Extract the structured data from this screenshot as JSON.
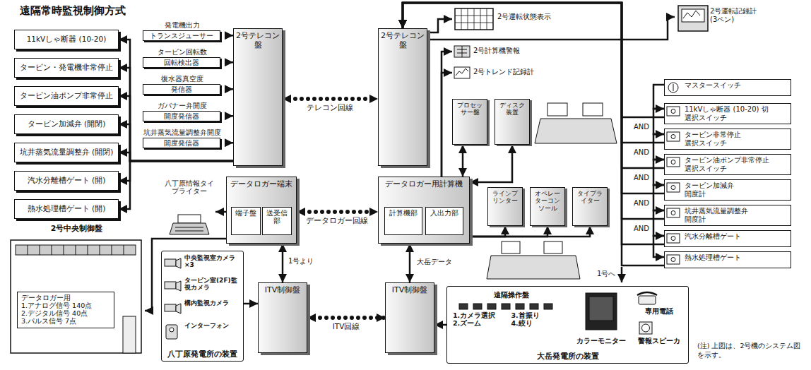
{
  "diagram": {
    "title": "遠隔常時監視制御方式",
    "nodes": [
      {
        "text": [
          "11kVしゃ断器 (10-20)"
        ]
      },
      {
        "text": [
          "タービン・発電機非常停止"
        ]
      },
      {
        "text": [
          "タービン油ポンプ非常停止"
        ]
      },
      {
        "text": [
          "タービン加減弁 (開閉)"
        ]
      },
      {
        "text": [
          "坑井蒸気流量調整弁 (開閉)"
        ]
      },
      {
        "text": [
          "汽水分離槽ゲート (開)"
        ]
      },
      {
        "text": [
          "熱水処理槽ゲート (開)"
        ]
      },
      {
        "text": [
          "発電機出力",
          "トランスジューサー"
        ]
      },
      {
        "text": [
          "タービン回転数",
          "回転検出器"
        ]
      },
      {
        "text": [
          "復水器真空度",
          "発信器"
        ]
      },
      {
        "text": [
          "ガバナー弁開度",
          "開度発信器"
        ]
      },
      {
        "text": [
          "坑井蒸気流量調整弁開度",
          "開度発信器"
        ]
      },
      {
        "text": [
          "2号テレコン盤"
        ]
      },
      {
        "text": [
          "データロガー端末"
        ]
      },
      {
        "text": [
          "端子盤"
        ],
        "in": 13
      },
      {
        "text": [
          "送受信部"
        ],
        "in": 13
      },
      {
        "text": [
          "八丁原情報タイプライター"
        ]
      },
      {
        "text": [
          "2号中央制御盤"
        ]
      },
      {
        "text": [
          "データロガー用",
          "1.アナログ信号 140点",
          "2.デジタル信号 40点",
          "3.パルス信号 7点"
        ],
        "in": 17
      },
      {
        "text": [
          "八丁原発電所の装置"
        ]
      },
      {
        "text": [
          "中央監視室カメラ",
          "×3"
        ],
        "in": 19
      },
      {
        "text": [
          "タービン室(2F)監視カメラ"
        ],
        "in": 19
      },
      {
        "text": [
          "構内監視カメラ"
        ],
        "in": 19
      },
      {
        "text": [
          "インターフォン"
        ],
        "in": 19
      },
      {
        "text": [
          "ITV制御盤"
        ]
      },
      {
        "text": [
          "2号テレコン盤"
        ]
      },
      {
        "text": [
          "2号運転状態表示"
        ]
      },
      {
        "text": [
          "2号運転記録計",
          "(3ペン)"
        ]
      },
      {
        "text": [
          "2号計算機警報"
        ]
      },
      {
        "text": [
          "2号トレンド記録計"
        ]
      },
      {
        "text": [
          "データロガー用計算機"
        ]
      },
      {
        "text": [
          "計算機部"
        ],
        "in": 30
      },
      {
        "text": [
          "入出力部"
        ],
        "in": 30
      },
      {
        "text": [
          "プロセッサー盤"
        ]
      },
      {
        "text": [
          "ディスク装置"
        ]
      },
      {
        "text": [
          "ラインプリンター"
        ]
      },
      {
        "text": [
          "オペレーターコンソール"
        ]
      },
      {
        "text": [
          "タイプライター"
        ]
      },
      {
        "text": [
          "ITV制御盤"
        ]
      },
      {
        "text": [
          "大岳発電所の装置"
        ]
      },
      {
        "text": [
          "遠隔操作盤",
          "1.カメラ選択",
          "3.首振り",
          "2.ズーム",
          "4.絞り"
        ],
        "in": 39
      },
      {
        "text": [
          "カラーモニター"
        ],
        "in": 39
      },
      {
        "text": [
          "専用電話"
        ],
        "in": 39
      },
      {
        "text": [
          "警報スピーカ"
        ],
        "in": 39
      },
      {
        "text": [
          "マスタースイッチ"
        ]
      },
      {
        "text": [
          "11kVしゃ断器 (10-20) 切",
          "選択スイッチ"
        ]
      },
      {
        "text": [
          "タービン非常停止",
          "選択スイッチ"
        ]
      },
      {
        "text": [
          "タービン油ポンプ非常停止",
          "選択スイッチ"
        ]
      },
      {
        "text": [
          "タービン加減弁",
          "開度計"
        ]
      },
      {
        "text": [
          "坑井蒸気流量調整弁",
          "開度計"
        ]
      },
      {
        "text": [
          "汽水分離槽ゲート"
        ]
      },
      {
        "text": [
          "熱水処理槽ゲート"
        ]
      }
    ],
    "edges": [
      {
        "from": 12,
        "to": 0,
        "arrow": "to"
      },
      {
        "from": 12,
        "to": 1,
        "arrow": "to"
      },
      {
        "from": 12,
        "to": 2,
        "arrow": "to"
      },
      {
        "from": 12,
        "to": 3,
        "arrow": "to"
      },
      {
        "from": 12,
        "to": 4,
        "arrow": "to"
      },
      {
        "from": 12,
        "to": 5,
        "arrow": "to"
      },
      {
        "from": 12,
        "to": 6,
        "arrow": "to"
      },
      {
        "from": 7,
        "to": 12,
        "arrow": "to"
      },
      {
        "from": 8,
        "to": 12,
        "arrow": "to"
      },
      {
        "from": 9,
        "to": 12,
        "arrow": "to"
      },
      {
        "from": 10,
        "to": 12,
        "arrow": "to"
      },
      {
        "from": 11,
        "to": 12,
        "arrow": "to"
      },
      {
        "from": 12,
        "to": 25,
        "arrow": "both",
        "label": "テレコン回線"
      },
      {
        "from": 25,
        "to": 26,
        "arrow": "to"
      },
      {
        "from": 25,
        "to": 27,
        "arrow": "to"
      },
      {
        "from": 13,
        "to": 17,
        "arrow": "to"
      },
      {
        "from": 13,
        "to": 16,
        "arrow": "to"
      },
      {
        "from": 13,
        "to": 24,
        "arrow": "both"
      },
      {
        "from": 13,
        "to": 30,
        "arrow": "both",
        "label": "データロガー回線"
      },
      {
        "from": 19,
        "to": 24,
        "arrow": "to"
      },
      {
        "from": 24,
        "to": 38,
        "arrow": "both",
        "label": "ITV回線"
      },
      {
        "from": 38,
        "to": 30,
        "arrow": "both"
      },
      {
        "from": 30,
        "to": 28,
        "arrow": "to"
      },
      {
        "from": 30,
        "to": 29,
        "arrow": "to"
      },
      {
        "from": 30,
        "to": 33,
        "arrow": "both"
      },
      {
        "from": 30,
        "to": 34,
        "arrow": "both"
      },
      {
        "from": 30,
        "to": 35,
        "arrow": "to"
      },
      {
        "from": 30,
        "to": 36,
        "arrow": "to"
      },
      {
        "from": 30,
        "to": 37,
        "arrow": "to"
      },
      {
        "from": 39,
        "to": 38,
        "arrow": "to"
      },
      {
        "from": 44,
        "to": 45,
        "arrow": "to"
      },
      {
        "from": 45,
        "to": 46,
        "arrow": "to"
      },
      {
        "from": 46,
        "to": 47,
        "arrow": "to"
      },
      {
        "from": 47,
        "to": 48,
        "arrow": "to"
      },
      {
        "from": 48,
        "to": 49,
        "arrow": "to"
      },
      {
        "from": 49,
        "to": 50,
        "arrow": "to"
      },
      {
        "from": 50,
        "to": 51,
        "arrow": "to"
      },
      {
        "from": 45,
        "to": 25,
        "arrow": "to"
      },
      {
        "from": 46,
        "to": 25,
        "arrow": "to"
      },
      {
        "from": 47,
        "to": 25,
        "arrow": "to"
      },
      {
        "from": 48,
        "to": 25,
        "arrow": "to"
      },
      {
        "from": 49,
        "to": 25,
        "arrow": "to"
      },
      {
        "from": 50,
        "to": 25,
        "arrow": "to"
      },
      {
        "from": 51,
        "to": 25,
        "arrow": "to"
      }
    ],
    "labels": [
      "1号より",
      "大岳データ",
      "1号へ",
      "AND",
      "AND",
      "AND",
      "AND",
      "AND",
      "(注) 上図は、2号機のシステム図を示す。"
    ]
  }
}
